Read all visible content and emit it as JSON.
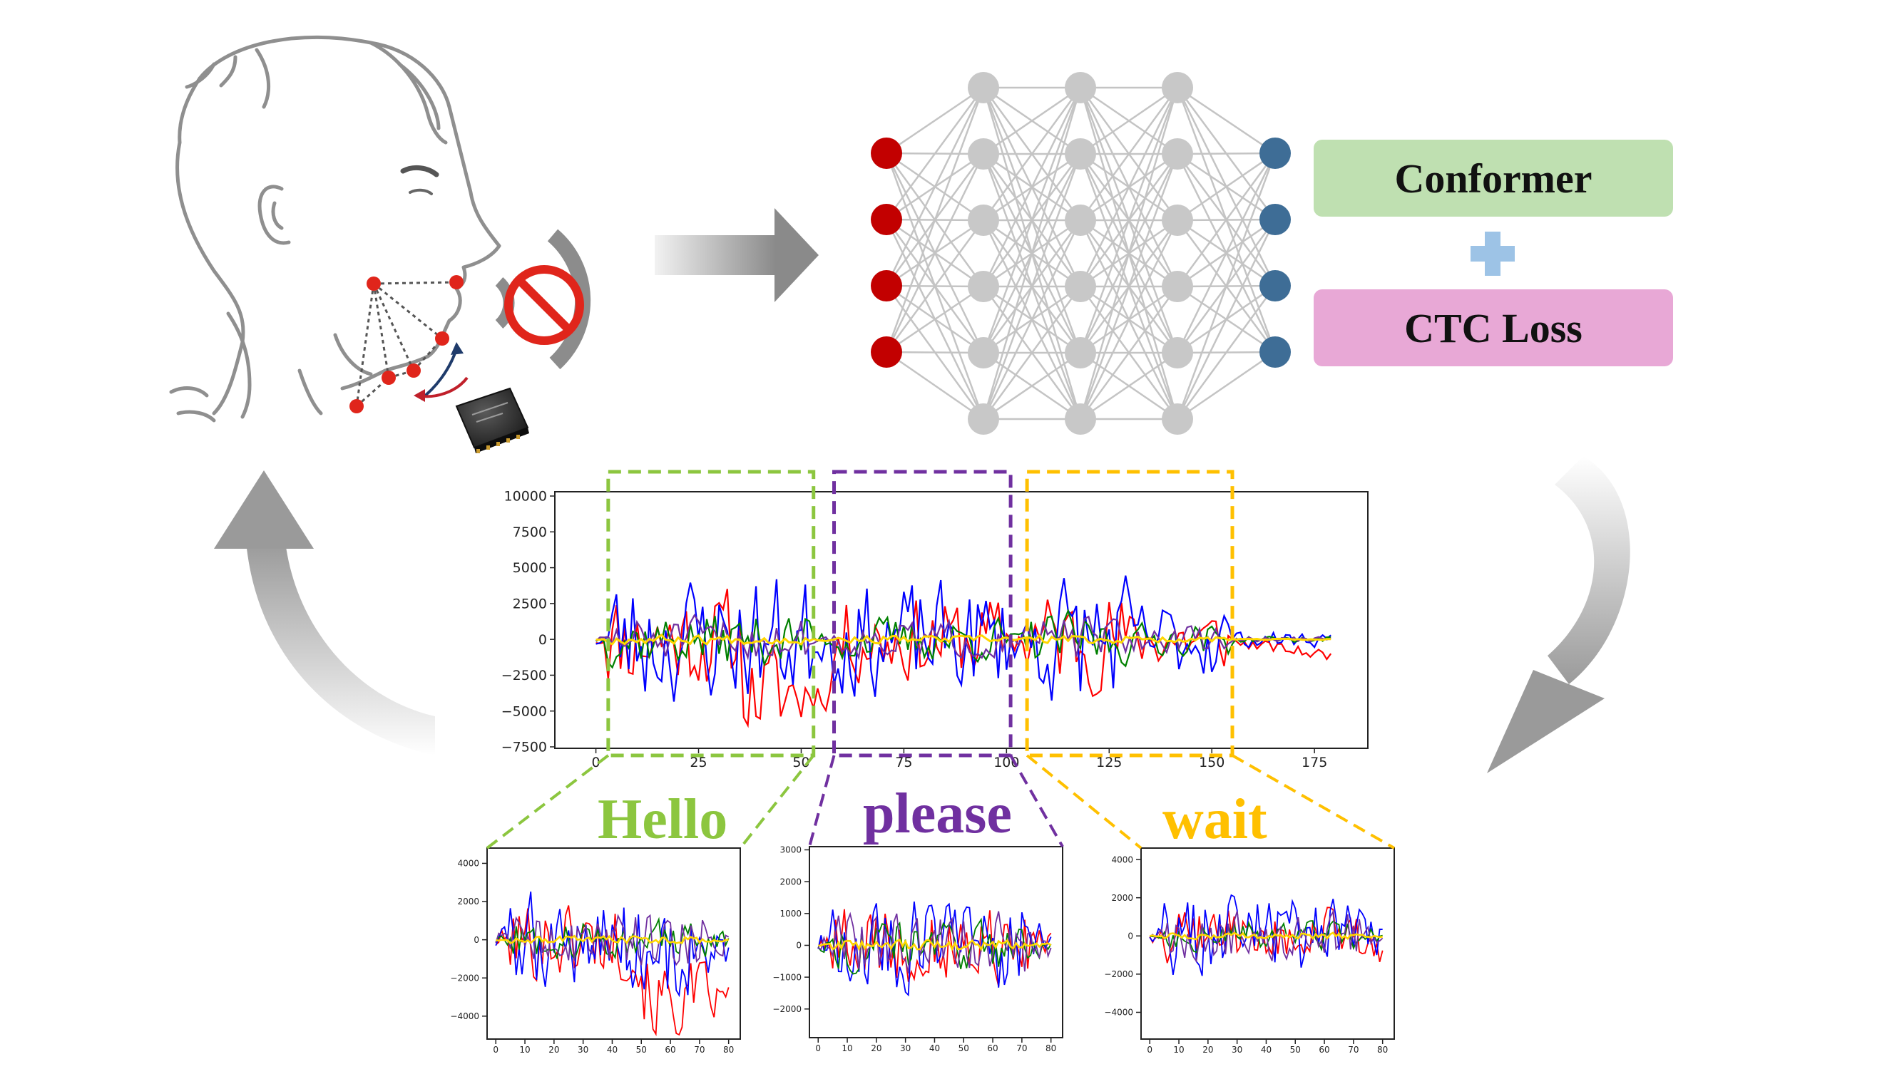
{
  "labels": {
    "conformer": "Conformer",
    "ctc_loss": "CTC Loss",
    "plus": "+"
  },
  "colors": {
    "conformer_bg": "#bfe0b1",
    "ctc_bg": "#e8a8d6",
    "input_node": "#c20000",
    "hidden_node": "#c8c8c8",
    "output_node": "#3e6d96",
    "hello": "#8cc63f",
    "please": "#7030a0",
    "wait": "#ffc000",
    "plus": "#9dc3e6"
  },
  "network": {
    "input_nodes": 4,
    "hidden_layers": 3,
    "hidden_nodes": 6,
    "output_nodes": 4
  },
  "words": [
    {
      "text": "Hello",
      "color": "#8cc63f"
    },
    {
      "text": "please",
      "color": "#7030a0"
    },
    {
      "text": "wait",
      "color": "#ffc000"
    }
  ],
  "chart_data": [
    {
      "type": "line",
      "name": "full_signal",
      "x_ticks": [
        "0",
        "25",
        "50",
        "75",
        "100",
        "125",
        "150",
        "175"
      ],
      "y_ticks": [
        "10000",
        "7500",
        "5000",
        "2500",
        "0",
        "−2500",
        "−5000",
        "−7500"
      ],
      "xlim": [
        -10,
        188
      ],
      "ylim": [
        -7600,
        10300
      ],
      "segments": [
        {
          "word": "Hello",
          "x_start": 3,
          "x_end": 53
        },
        {
          "word": "please",
          "x_start": 58,
          "x_end": 101
        },
        {
          "word": "wait",
          "x_start": 105,
          "x_end": 155
        }
      ],
      "series_colors": [
        "#ff0000",
        "#0000ff",
        "#008000",
        "#7030a0",
        "#ffd700"
      ]
    },
    {
      "type": "line",
      "name": "hello_zoom",
      "x_ticks": [
        "0",
        "10",
        "20",
        "30",
        "40",
        "50",
        "60",
        "70",
        "80"
      ],
      "y_ticks": [
        "4000",
        "2000",
        "0",
        "−2000",
        "−4000"
      ],
      "xlim": [
        -3,
        84
      ],
      "ylim": [
        -5200,
        4800
      ]
    },
    {
      "type": "line",
      "name": "please_zoom",
      "x_ticks": [
        "0",
        "10",
        "20",
        "30",
        "40",
        "50",
        "60",
        "70",
        "80"
      ],
      "y_ticks": [
        "3000",
        "2000",
        "1000",
        "0",
        "−1000",
        "−2000"
      ],
      "xlim": [
        -3,
        84
      ],
      "ylim": [
        -2900,
        3100
      ]
    },
    {
      "type": "line",
      "name": "wait_zoom",
      "x_ticks": [
        "0",
        "10",
        "20",
        "30",
        "40",
        "50",
        "60",
        "70",
        "80"
      ],
      "y_ticks": [
        "4000",
        "2000",
        "0",
        "−2000",
        "−4000"
      ],
      "xlim": [
        -3,
        84
      ],
      "ylim": [
        -5400,
        4600
      ]
    }
  ]
}
